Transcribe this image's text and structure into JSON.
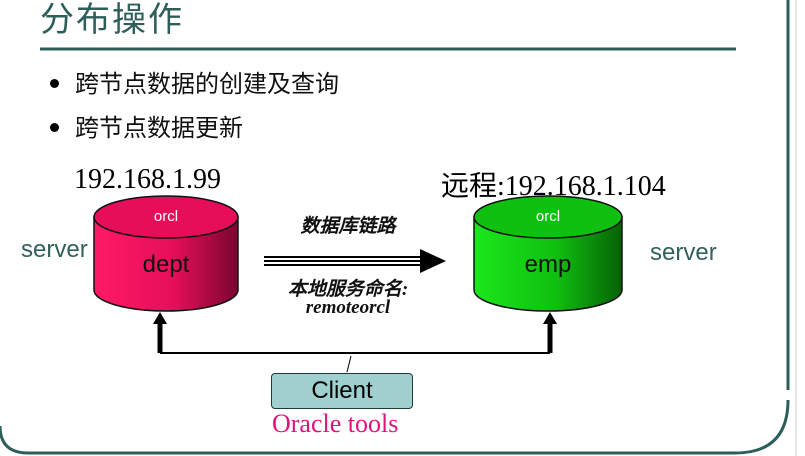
{
  "title": "分布操作",
  "bullets": [
    "跨节点数据的创建及查询",
    "跨节点数据更新"
  ],
  "local": {
    "ip": "192.168.1.99",
    "db_top": "orcl",
    "db_main": "dept",
    "server_label": "server"
  },
  "remote": {
    "ip": "远程:192.168.1.104",
    "db_top": "orcl",
    "db_main": "emp",
    "server_label": "server"
  },
  "link": {
    "label": "数据库链路",
    "name_label": "本地服务命名:",
    "name_value": "remoteorcl"
  },
  "client": {
    "label": "Client",
    "tools": "Oracle tools"
  },
  "colors": {
    "frame": "#2e5e5a",
    "local_db": "#e60e5a",
    "remote_db": "#10c010",
    "client_box": "#9fd0cf",
    "tools_text": "#e0137a"
  }
}
